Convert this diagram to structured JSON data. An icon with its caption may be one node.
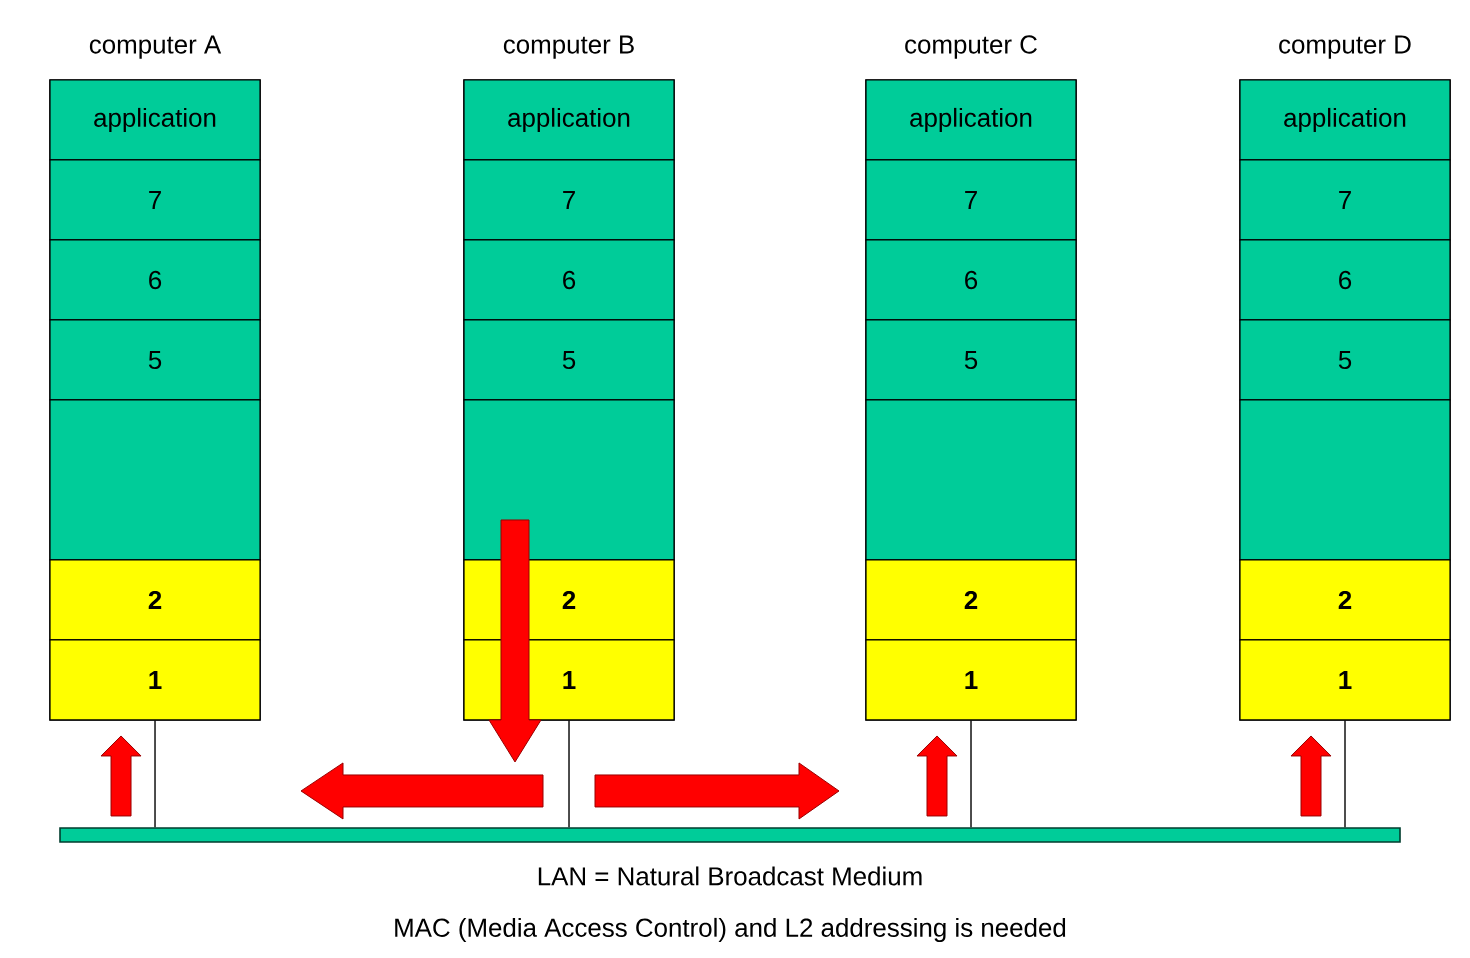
{
  "diagram": {
    "nodes": [
      {
        "text": [
          "computer A"
        ]
      },
      {
        "text": [
          "application"
        ],
        "in": 0
      },
      {
        "text": [
          "7"
        ],
        "in": 0
      },
      {
        "text": [
          "6"
        ],
        "in": 0
      },
      {
        "text": [
          "5"
        ],
        "in": 0
      },
      {
        "text": [],
        "shape": "box",
        "in": 0
      },
      {
        "text": [
          "2"
        ],
        "in": 0
      },
      {
        "text": [
          "1"
        ],
        "in": 0
      },
      {
        "text": [
          "computer B"
        ]
      },
      {
        "text": [
          "application"
        ],
        "in": 8
      },
      {
        "text": [
          "7"
        ],
        "in": 8
      },
      {
        "text": [
          "6"
        ],
        "in": 8
      },
      {
        "text": [
          "5"
        ],
        "in": 8
      },
      {
        "text": [],
        "shape": "box",
        "in": 8
      },
      {
        "text": [
          "2"
        ],
        "in": 8
      },
      {
        "text": [
          "1"
        ],
        "in": 8
      },
      {
        "text": [
          "computer C"
        ]
      },
      {
        "text": [
          "application"
        ],
        "in": 16
      },
      {
        "text": [
          "7"
        ],
        "in": 16
      },
      {
        "text": [
          "6"
        ],
        "in": 16
      },
      {
        "text": [
          "5"
        ],
        "in": 16
      },
      {
        "text": [],
        "shape": "box",
        "in": 16
      },
      {
        "text": [
          "2"
        ],
        "in": 16
      },
      {
        "text": [
          "1"
        ],
        "in": 16
      },
      {
        "text": [
          "computer D"
        ]
      },
      {
        "text": [
          "application"
        ],
        "in": 24
      },
      {
        "text": [
          "7"
        ],
        "in": 24
      },
      {
        "text": [
          "6"
        ],
        "in": 24
      },
      {
        "text": [
          "5"
        ],
        "in": 24
      },
      {
        "text": [],
        "shape": "box",
        "in": 24
      },
      {
        "text": [
          "2"
        ],
        "in": 24
      },
      {
        "text": [
          "1"
        ],
        "in": 24
      },
      {
        "text": [],
        "shape": "bar"
      }
    ],
    "edges": [
      {
        "from": 7,
        "to": 32,
        "arrow": "none"
      },
      {
        "from": 15,
        "to": 32,
        "arrow": "none"
      },
      {
        "from": 23,
        "to": 32,
        "arrow": "none"
      },
      {
        "from": 31,
        "to": 32,
        "arrow": "none"
      },
      {
        "from": 32,
        "to": 7,
        "arrow": "to",
        "style": "thick",
        "color": "#ff0000"
      },
      {
        "from": 13,
        "to": 15,
        "arrow": "to",
        "style": "thick",
        "color": "#ff0000"
      },
      {
        "from": 15,
        "to": 32,
        "arrow": "to",
        "style": "thick",
        "color": "#ff0000"
      },
      {
        "from": 15,
        "to": 32,
        "arrow": "to",
        "style": "thick",
        "color": "#ff0000"
      },
      {
        "from": 32,
        "to": 23,
        "arrow": "to",
        "style": "thick",
        "color": "#ff0000"
      },
      {
        "from": 32,
        "to": 31,
        "arrow": "to",
        "style": "thick",
        "color": "#ff0000"
      }
    ],
    "labels": [
      "LAN = Natural Broadcast Medium",
      "MAC (Media Access Control)  and L2 addressing is needed"
    ]
  }
}
